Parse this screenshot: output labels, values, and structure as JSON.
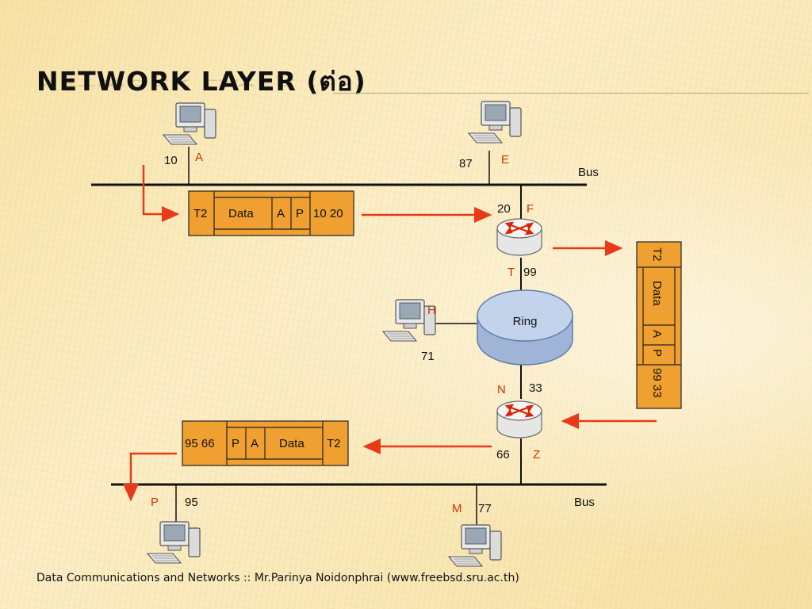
{
  "title": "NETWORK LAYER  (ต่อ)",
  "footer": "Data Communications and Networks :: Mr.Parinya Noidonphrai (www.freebsd.sru.ac.th)",
  "colors": {
    "packet_fill": "#f0a030",
    "arrow": "#e83a18",
    "label_red": "#cc3300",
    "ring": "#b8cce8"
  },
  "icons": [
    "computer-icon",
    "router-icon"
  ],
  "nodes": {
    "A": {
      "letter": "A",
      "addr": "10"
    },
    "E": {
      "letter": "E",
      "addr": "87"
    },
    "F": {
      "letter": "F",
      "addr": "20"
    },
    "T": {
      "letter": "T",
      "addr": "99"
    },
    "H": {
      "letter": "H",
      "addr": "71"
    },
    "N": {
      "letter": "N",
      "addr": "33"
    },
    "Z": {
      "letter": "Z",
      "addr": "66"
    },
    "P": {
      "letter": "P",
      "addr": "95"
    },
    "M": {
      "letter": "M",
      "addr": "77"
    }
  },
  "bus_top_label": "Bus",
  "bus_bottom_label": "Bus",
  "ring_label": "Ring",
  "packet1": {
    "t2": "T2",
    "data": "Data",
    "a": "A",
    "p": "P",
    "addr": "10 20"
  },
  "packet2": {
    "t2": "T2",
    "data": "Data",
    "a": "A",
    "p": "P",
    "addr": "99 33"
  },
  "packet3": {
    "addr": "95 66",
    "p": "P",
    "a": "A",
    "data": "Data",
    "t2": "T2"
  }
}
